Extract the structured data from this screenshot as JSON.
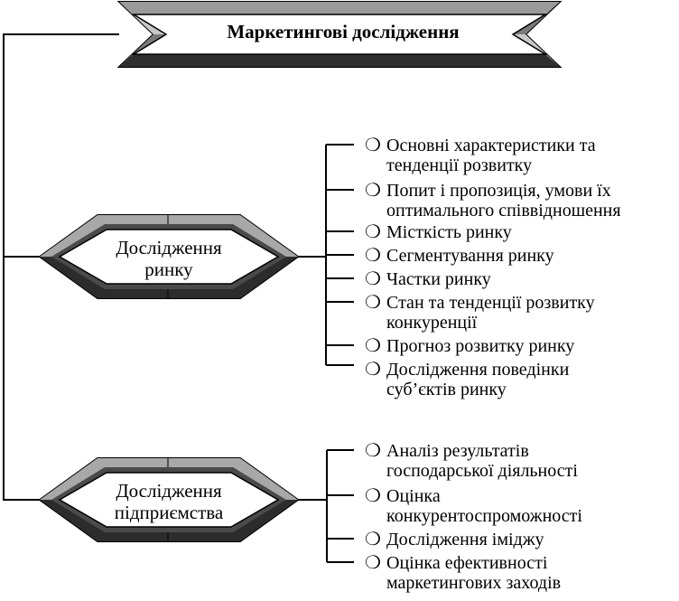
{
  "title": "Маркетингові дослідження",
  "market": {
    "label_line1": "Дослідження",
    "label_line2": "ринку",
    "items": [
      {
        "line1": "Основні характеристики та",
        "line2": "тенденції розвитку"
      },
      {
        "line1": "Попит і пропозиція, умови їх",
        "line2": "оптимального співвідношення"
      },
      {
        "line1": "Місткість ринку"
      },
      {
        "line1": "Сегментування ринку"
      },
      {
        "line1": "Частки ринку"
      },
      {
        "line1": "Стан та тенденції розвитку",
        "line2": "конкуренції"
      },
      {
        "line1": "Прогноз розвитку ринку"
      },
      {
        "line1": "Дослідження поведінки",
        "line2": "суб’єктів ринку"
      }
    ]
  },
  "enterprise": {
    "label_line1": "Дослідження",
    "label_line2": "підприємства",
    "items": [
      {
        "line1": "Аналіз результатів",
        "line2": "господарської діяльності"
      },
      {
        "line1": "Оцінка",
        "line2": "конкурентоспроможності"
      },
      {
        "line1": "Дослідження іміджу"
      },
      {
        "line1": "Оцінка ефективності",
        "line2": "маркетингових заходів"
      }
    ]
  },
  "bullet_symbol": "❍"
}
